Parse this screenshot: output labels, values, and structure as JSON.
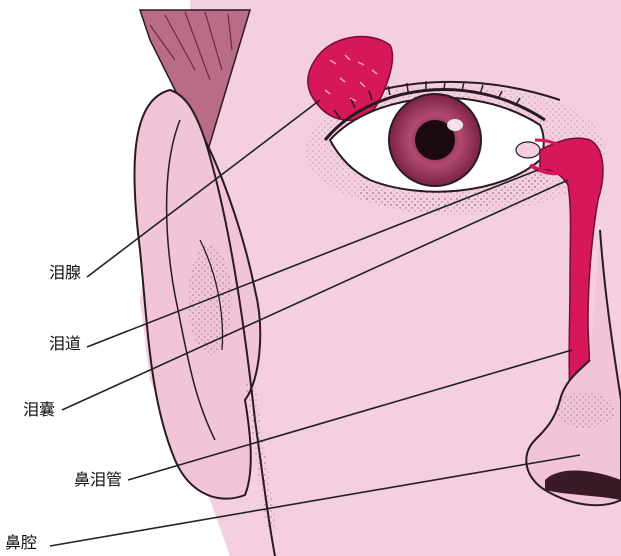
{
  "labels": {
    "lacrimal_gland": "泪腺",
    "lacrimal_canal": "泪道",
    "lacrimal_sac": "泪囊",
    "nasolacrimal_duct": "鼻泪管",
    "nasal_cavity": "鼻腔"
  },
  "colors": {
    "skin": "#f4cfdf",
    "skin_shadow": "#e6aecb",
    "hair": "#b96c86",
    "tear_system": "#d6175a",
    "iris": "#a0385e",
    "outline": "#2a1a22",
    "leader_line": "#222222"
  }
}
